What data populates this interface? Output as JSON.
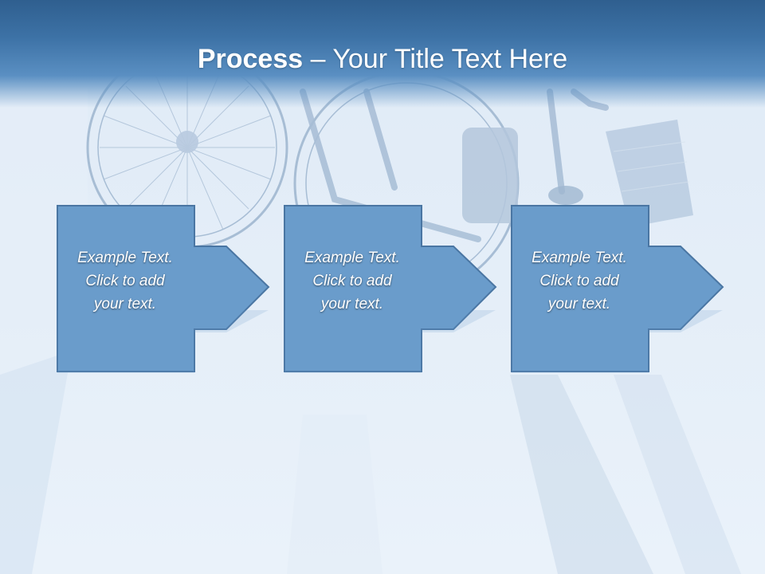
{
  "title": {
    "bold": "Process",
    "rest": " – Your Title Text Here"
  },
  "steps": [
    {
      "lines": [
        "Example Text.",
        "Click  to add",
        "your text."
      ]
    },
    {
      "lines": [
        "Example Text.",
        "Click  to add",
        "your text."
      ]
    },
    {
      "lines": [
        "Example Text.",
        "Click  to add",
        "your text."
      ]
    }
  ],
  "colors": {
    "title_band": "#3d72a6",
    "shape_fill": "#6a9ccb",
    "shape_stroke": "#3f6e9c",
    "text": "#ffffff"
  },
  "background_image": "wheelchair-photo"
}
